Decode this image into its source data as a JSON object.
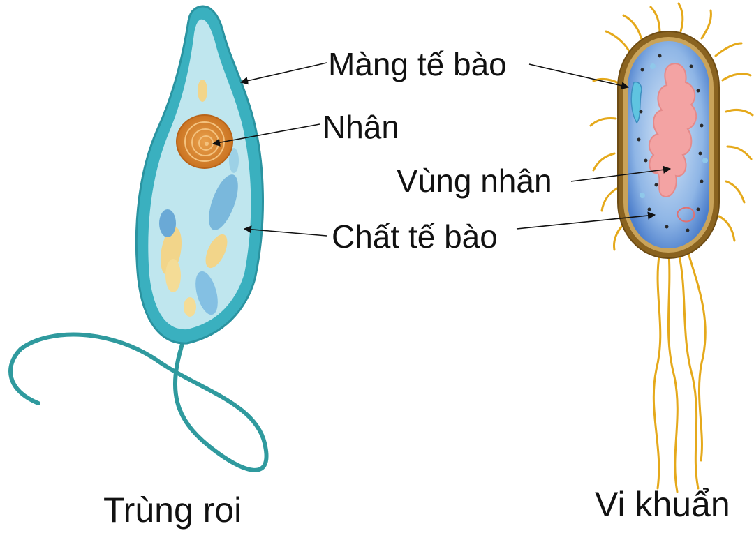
{
  "labels": {
    "membrane": "Màng tế bào",
    "nucleus": "Nhân",
    "nucleoid": "Vùng nhân",
    "cytoplasm": "Chất tế bào"
  },
  "captions": {
    "euglena": "Trùng roi",
    "bacterium": "Vi khuẩn"
  },
  "colors": {
    "euglena_outer": "#3ab0bf",
    "euglena_inner": "#bfe6ee",
    "flagellum": "#2f9a9e",
    "nucleus": "#d8802a",
    "bacteria_wall": "#8a6320",
    "bacteria_inner": "#5b8fd6",
    "nucleoid": "#f3a3a3",
    "pili": "#e5a91b"
  }
}
